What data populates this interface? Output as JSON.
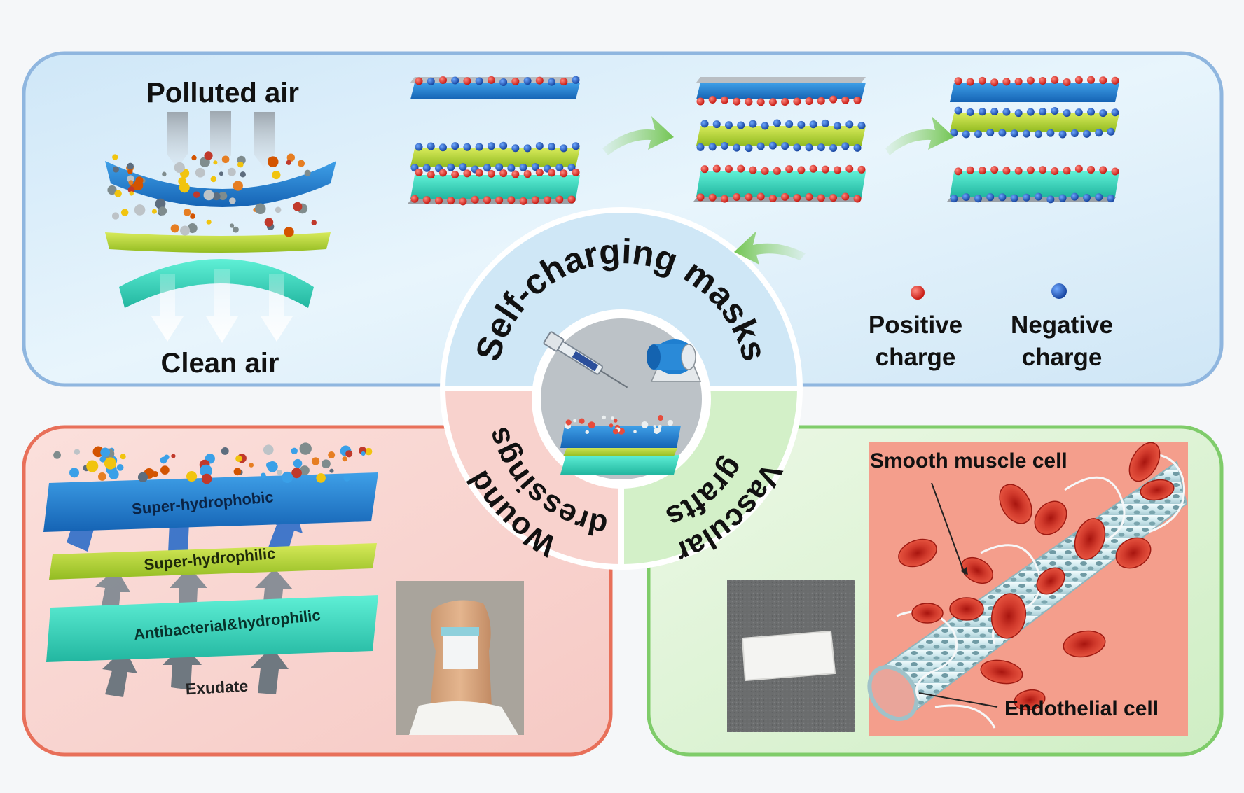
{
  "masks": {
    "title": "Self-charging masks",
    "polluted_air": "Polluted air",
    "clean_air": "Clean air",
    "legend": {
      "positive_line1": "Positive",
      "positive_line2": "charge",
      "negative_line1": "Negative",
      "negative_line2": "charge",
      "positive_color": "#e0261f",
      "negative_color": "#1f5fc9"
    }
  },
  "wound": {
    "title_line1": "Wound",
    "title_line2": "dressings",
    "layer_top": "Super-hydrophobic",
    "layer_mid": "Super-hydrophilic",
    "layer_bottom": "Antibacterial&hydrophilic",
    "exudate": "Exudate"
  },
  "vascular": {
    "title_line1": "Vascular",
    "title_line2": "grafts",
    "smooth_muscle": "Smooth muscle cell",
    "endothelial": "Endothelial cell"
  },
  "colors": {
    "masks_panel": "#dbeefa",
    "masks_border": "#8fb6df",
    "wound_panel": "#f9d3cf",
    "wound_border": "#e8705a",
    "vascular_panel": "#d6f0cd",
    "vascular_border": "#7fcc6a",
    "blue_fiber": "#1f7fd0",
    "green_fiber": "#b8d63a",
    "teal_fiber": "#3fd6c0"
  }
}
